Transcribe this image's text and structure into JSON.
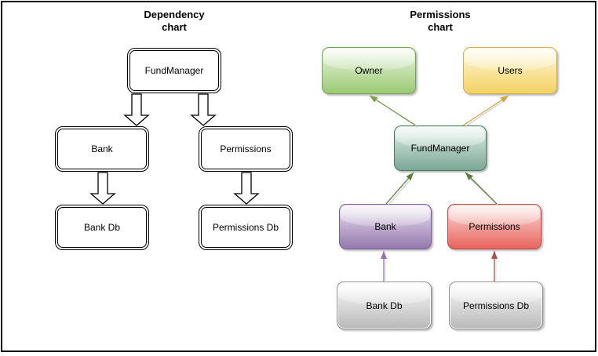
{
  "dependency_chart": {
    "title": {
      "line1": "Dependency",
      "line2": "chart"
    },
    "nodes": {
      "fundmanager": {
        "label": "FundManager"
      },
      "bank": {
        "label": "Bank"
      },
      "permissions": {
        "label": "Permissions"
      },
      "bank_db": {
        "label": "Bank Db"
      },
      "permissions_db": {
        "label": "Permissions Db"
      }
    },
    "edges": [
      {
        "from": "FundManager",
        "to": "Bank",
        "type": "block-arrow",
        "color": "#000000"
      },
      {
        "from": "FundManager",
        "to": "Permissions",
        "type": "block-arrow",
        "color": "#000000"
      },
      {
        "from": "Bank",
        "to": "Bank Db",
        "type": "block-arrow",
        "color": "#000000"
      },
      {
        "from": "Permissions",
        "to": "Permissions Db",
        "type": "block-arrow",
        "color": "#000000"
      }
    ]
  },
  "permissions_chart": {
    "title": {
      "line1": "Permissions",
      "line2": "chart"
    },
    "nodes": {
      "owner": {
        "label": "Owner",
        "fill_top": "#eaf5e2",
        "fill_bottom": "#9cca74",
        "border": "#74a455"
      },
      "users": {
        "label": "Users",
        "fill_top": "#fdf8df",
        "fill_bottom": "#f3d263",
        "border": "#d2b149"
      },
      "fundmanager": {
        "label": "FundManager",
        "fill_top": "#e1f0e8",
        "fill_bottom": "#7ba795",
        "border": "#4a7a63"
      },
      "bank": {
        "label": "Bank",
        "fill_top": "#eae3f1",
        "fill_bottom": "#9577ad",
        "border": "#7d5e9b"
      },
      "permissions": {
        "label": "Permissions",
        "fill_top": "#f9dbd7",
        "fill_bottom": "#e8635d",
        "border": "#bf4a45"
      },
      "bank_db": {
        "label": "Bank Db",
        "fill_top": "#fbfbfb",
        "fill_bottom": "#b9b9b9",
        "border": "#8f8f8f"
      },
      "permissions_db": {
        "label": "Permissions Db",
        "fill_top": "#fbfbfb",
        "fill_bottom": "#b9b9b9",
        "border": "#8f8f8f"
      }
    },
    "edges": [
      {
        "from": "FundManager",
        "to": "Owner",
        "color": "#76a24e"
      },
      {
        "from": "FundManager",
        "to": "Users",
        "color": "#d5a43f"
      },
      {
        "from": "Bank",
        "to": "FundManager",
        "color": "#5b7e3b"
      },
      {
        "from": "Permissions",
        "to": "FundManager",
        "color": "#5b7e3b"
      },
      {
        "from": "Bank Db",
        "to": "Bank",
        "color": "#9673a6"
      },
      {
        "from": "Permissions Db",
        "to": "Permissions",
        "color": "#b0504c"
      }
    ]
  }
}
